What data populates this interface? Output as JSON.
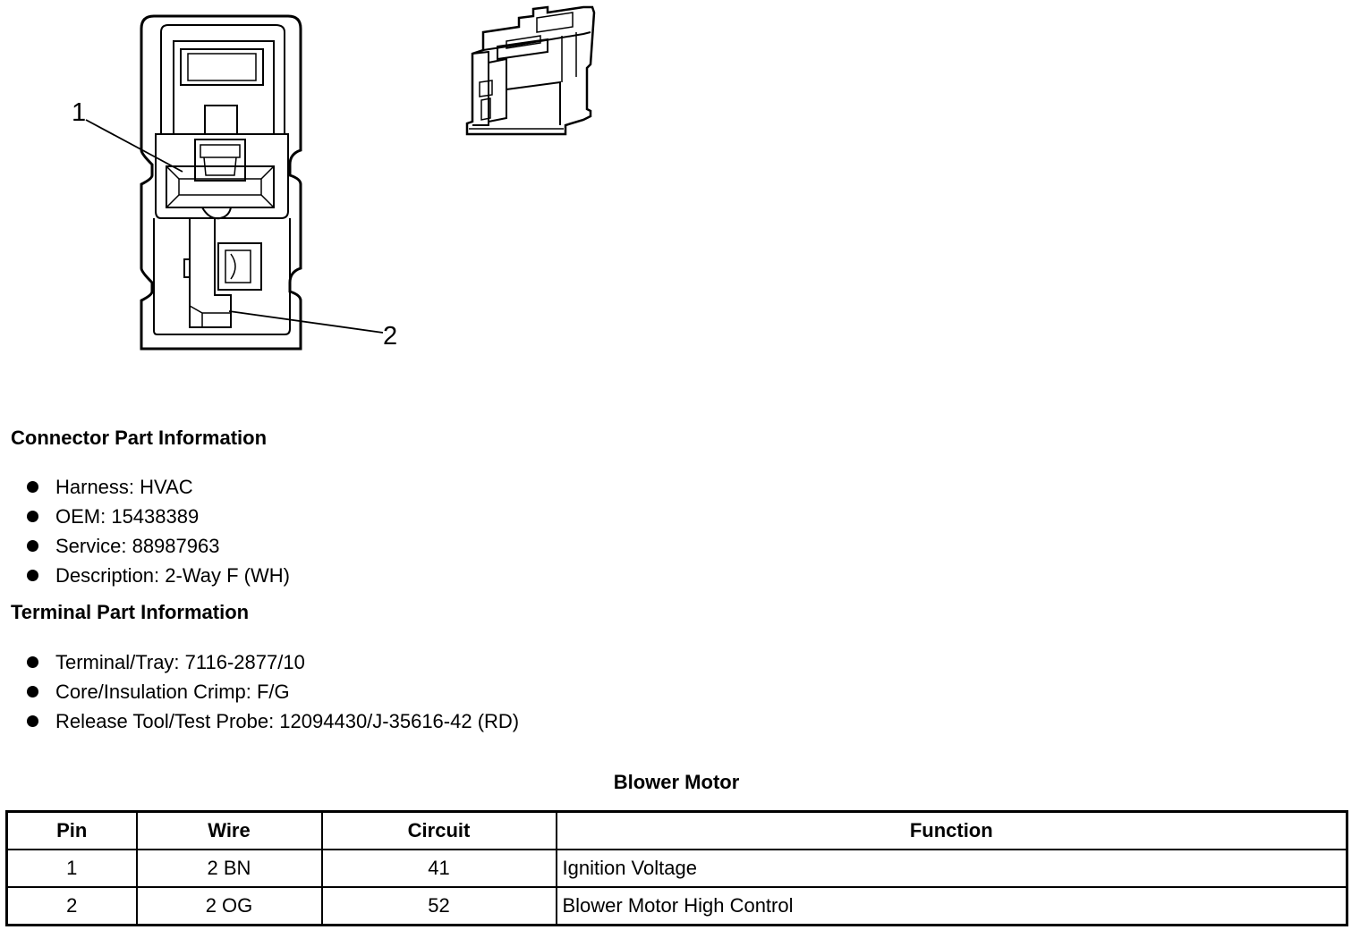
{
  "diagram": {
    "callouts": [
      "1",
      "2"
    ]
  },
  "connector_info": {
    "heading": "Connector Part Information",
    "items": [
      "Harness: HVAC",
      "OEM: 15438389",
      "Service: 88987963",
      "Description: 2-Way F (WH)"
    ]
  },
  "terminal_info": {
    "heading": "Terminal Part Information",
    "items": [
      "Terminal/Tray: 7116-2877/10",
      "Core/Insulation Crimp: F/G",
      "Release Tool/Test Probe: 12094430/J-35616-42 (RD)"
    ]
  },
  "table": {
    "title": "Blower Motor",
    "headers": [
      "Pin",
      "Wire",
      "Circuit",
      "Function"
    ],
    "rows": [
      [
        "1",
        "2 BN",
        "41",
        "Ignition Voltage"
      ],
      [
        "2",
        "2 OG",
        "52",
        "Blower Motor High Control"
      ]
    ]
  }
}
